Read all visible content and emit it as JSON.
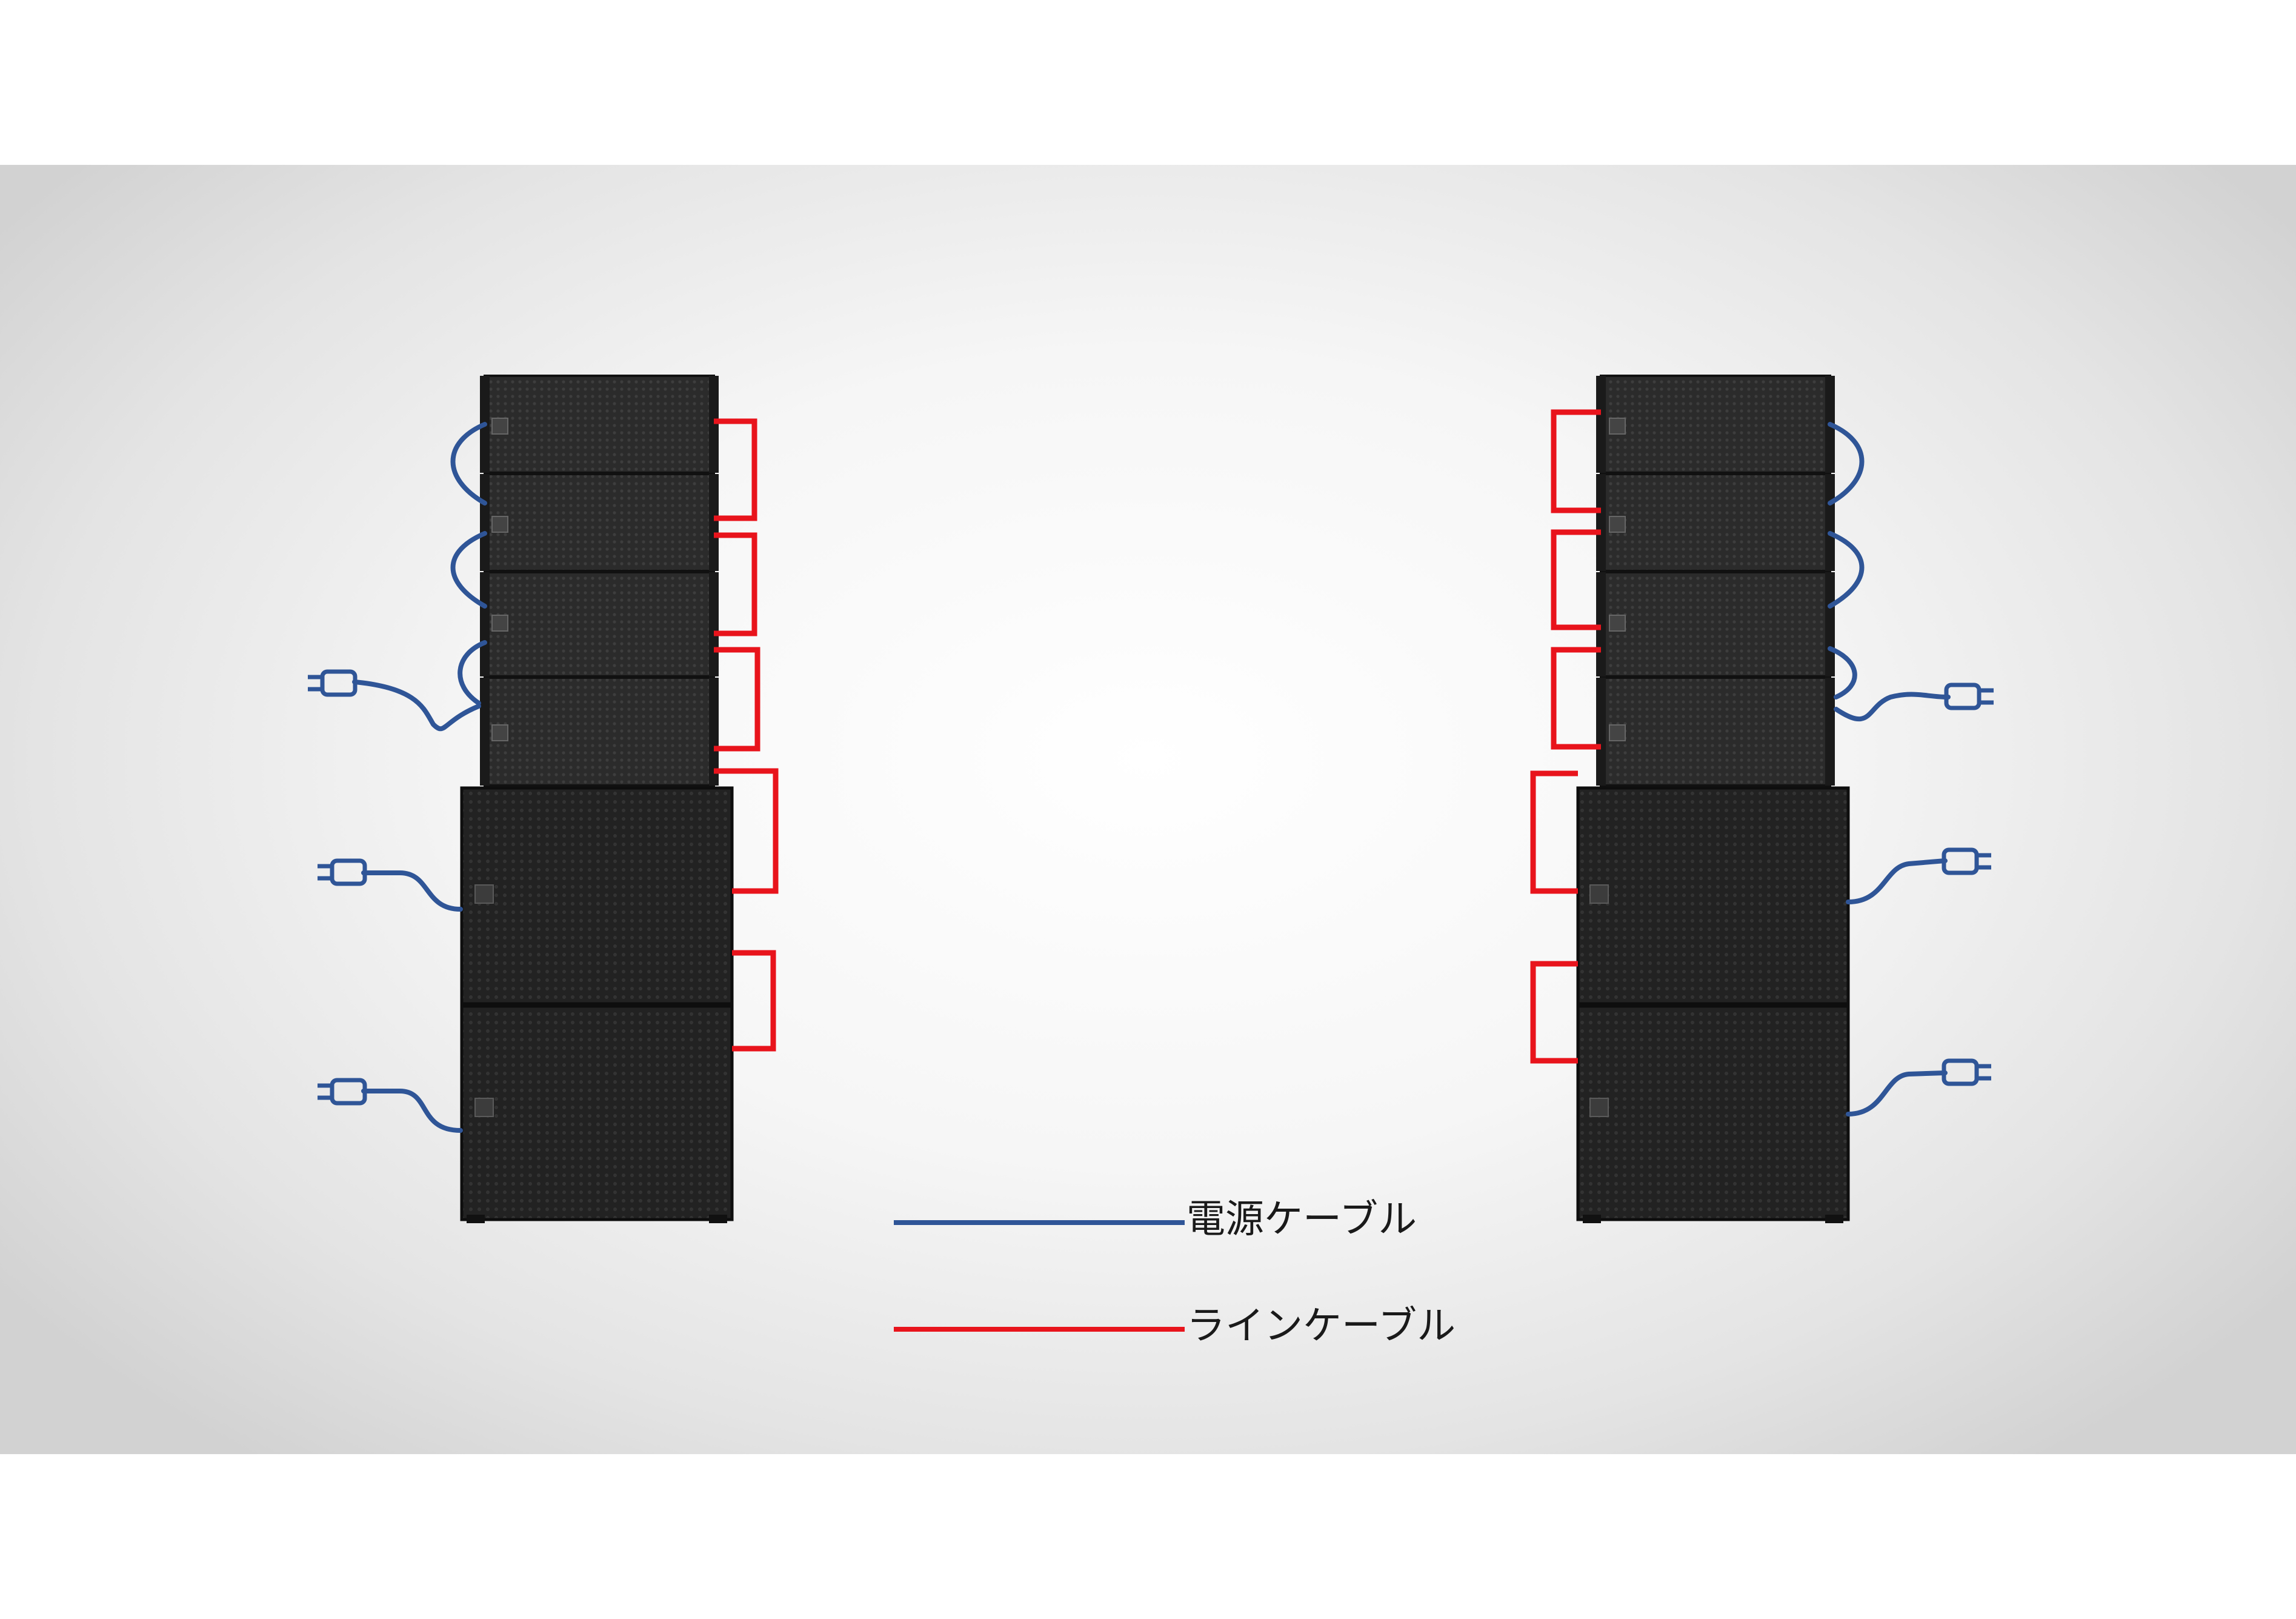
{
  "legend": {
    "power_label": "電源ケーブル",
    "line_label": "ラインケーブル"
  },
  "colors": {
    "power_cable": "#2f5597",
    "line_cable": "#e8141c",
    "speaker_body": "#262626",
    "speaker_mesh": "#3a3a3a"
  },
  "icons": {
    "plug": "power-plug-icon",
    "logo": "speaker-logo-badge"
  },
  "stacks": [
    {
      "side": "left",
      "top_boxes": 4,
      "subwoofers": 2
    },
    {
      "side": "right",
      "top_boxes": 4,
      "subwoofers": 2
    }
  ]
}
